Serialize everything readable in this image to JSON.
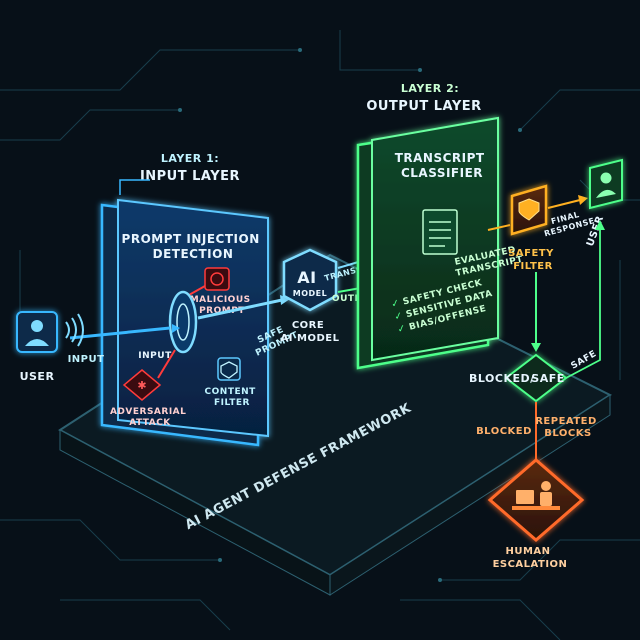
{
  "colors": {
    "background": "#071018",
    "input_accent": "#38b8ff",
    "output_accent": "#4dff8a",
    "filter_accent": "#ffb020",
    "alert_accent": "#ff6a2a",
    "threat_red": "#ff3b3b"
  },
  "layer1": {
    "caption": "LAYER 1:",
    "title": "INPUT LAYER",
    "panel_title_line1": "PROMPT INJECTION",
    "panel_title_line2": "DETECTION",
    "malicious_line1": "MALICIOUS",
    "malicious_line2": "PROMPT",
    "input_label": "INPUT",
    "adversarial_line1": "ADVERSARIAL",
    "adversarial_line2": "ATTACK",
    "content_filter_line1": "CONTENT",
    "content_filter_line2": "FILTER",
    "safe_prompt_line1": "SAFE",
    "safe_prompt_line2": "PROMPT"
  },
  "user_in": {
    "label": "USER",
    "arrow_label": "INPUT",
    "icon": "user-icon"
  },
  "core": {
    "badge_line1": "AI",
    "badge_line2": "MODEL",
    "caption_line1": "CORE",
    "caption_line2": "AI MODEL",
    "output_label": "OUTPUT",
    "transcript_label": "TRANSCRIPT"
  },
  "layer2": {
    "caption": "LAYER 2:",
    "title": "OUTPUT LAYER",
    "panel_title_line1": "TRANSCRIPT",
    "panel_title_line2": "CLASSIFIER",
    "evaluated_line1": "EVALUATED",
    "evaluated_line2": "TRANSCRIPT",
    "checks": [
      "SAFETY CHECK",
      "SENSITIVE DATA",
      "BIAS/OFFENSE"
    ]
  },
  "safety_filter": {
    "line1": "SAFETY",
    "line2": "FILTER",
    "icon": "shield-check-icon"
  },
  "user_out": {
    "label": "USER",
    "final_line1": "FINAL",
    "final_line2": "RESPONSE"
  },
  "decision": {
    "label": "BLOCKED/",
    "label_safe": "SAFE",
    "safe_branch": "SAFE",
    "blocked_branch": "BLOCKED",
    "repeated_line1": "REPEATED",
    "repeated_line2": "BLOCKS"
  },
  "escalation": {
    "line1": "HUMAN",
    "line2": "ESCALATION"
  },
  "framework_title": "AI AGENT DEFENSE FRAMEWORK"
}
